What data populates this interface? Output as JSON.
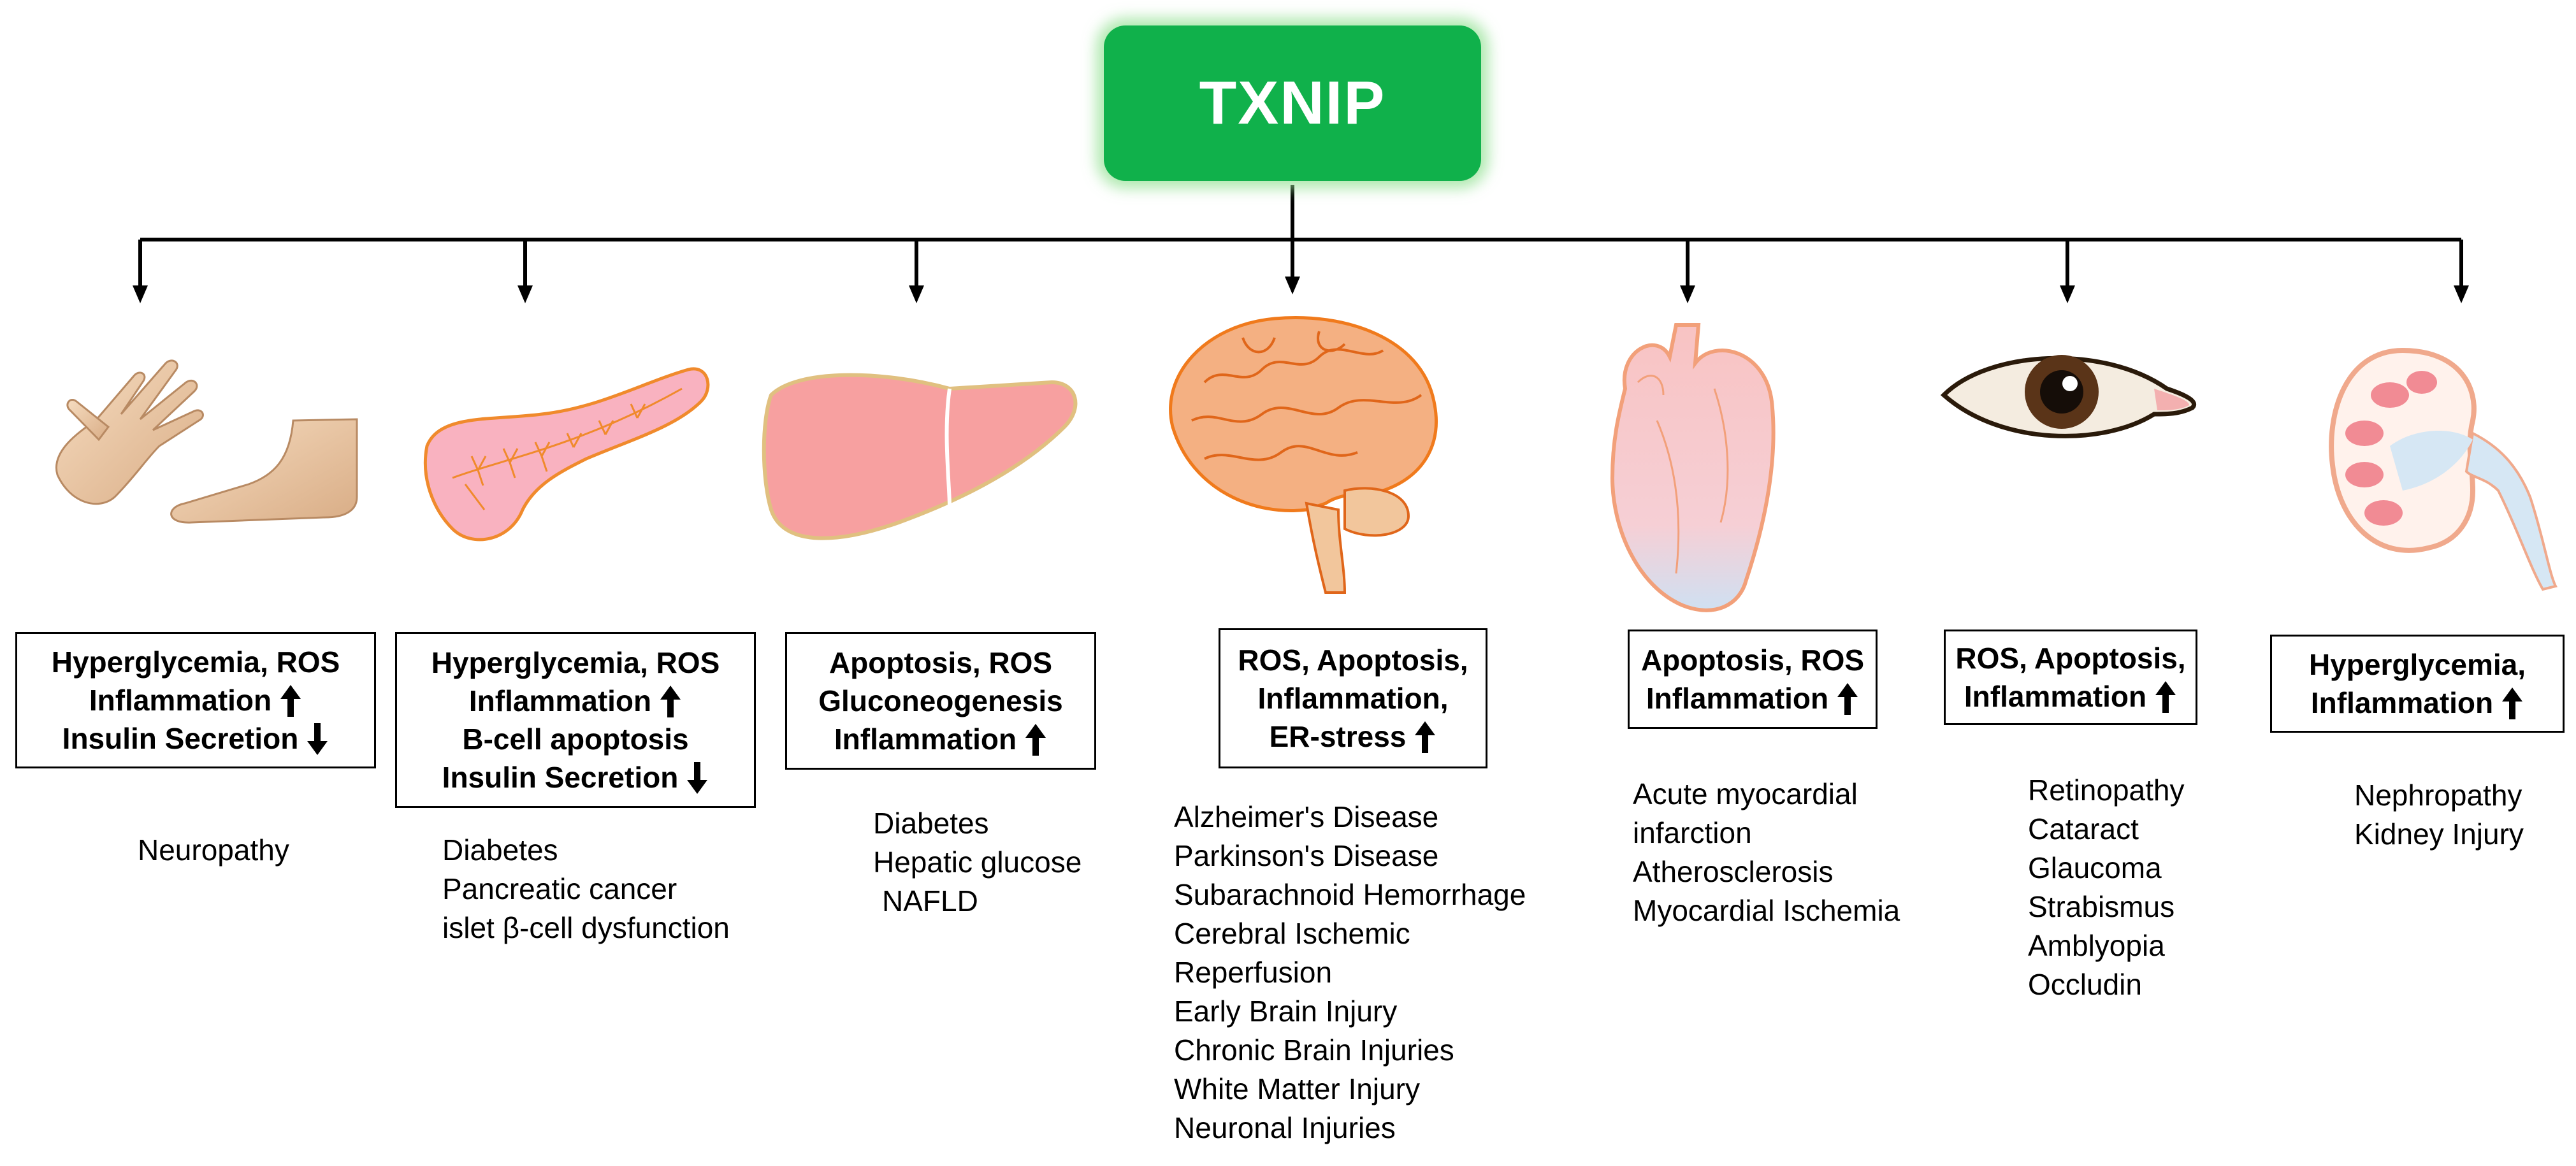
{
  "root": {
    "label": "TXNIP"
  },
  "colors": {
    "root_fill": "#10b14b",
    "root_glow": "#9be29b",
    "organ_outline": "#f08a2c",
    "organ_fill": "#f7a5a5"
  },
  "branches": [
    {
      "organ_icon": "hand-foot-icon",
      "effects": [
        {
          "text": "Hyperglycemia, ROS",
          "arrow": ""
        },
        {
          "text": "Inflammation",
          "arrow": "up"
        },
        {
          "text": "Insulin Secretion",
          "arrow": "down"
        }
      ],
      "diseases": [
        "Neuropathy"
      ]
    },
    {
      "organ_icon": "pancreas-icon",
      "effects": [
        {
          "text": "Hyperglycemia, ROS",
          "arrow": ""
        },
        {
          "text": "Inflammation",
          "arrow": "up"
        },
        {
          "text": "Β-cell apoptosis",
          "arrow": ""
        },
        {
          "text": "Insulin Secretion",
          "arrow": "down"
        }
      ],
      "diseases": [
        "Diabetes",
        "Pancreatic cancer",
        "islet β-cell dysfunction"
      ]
    },
    {
      "organ_icon": "liver-icon",
      "effects": [
        {
          "text": "Apoptosis, ROS",
          "arrow": ""
        },
        {
          "text": "Gluconeogenesis",
          "arrow": ""
        },
        {
          "text": "Inflammation",
          "arrow": "up"
        }
      ],
      "diseases": [
        "Diabetes",
        "Hepatic glucose",
        "NAFLD"
      ]
    },
    {
      "organ_icon": "brain-icon",
      "effects": [
        {
          "text": "ROS, Apoptosis,",
          "arrow": ""
        },
        {
          "text": "Inflammation,",
          "arrow": ""
        },
        {
          "text": "ER-stress",
          "arrow": "up"
        }
      ],
      "diseases": [
        "Alzheimer's Disease",
        "Parkinson's Disease",
        "Subarachnoid Hemorrhage",
        "Cerebral Ischemic",
        "Reperfusion",
        "Early Brain Injury",
        "Chronic Brain Injuries",
        "White Matter Injury",
        "Neuronal Injuries"
      ]
    },
    {
      "organ_icon": "heart-icon",
      "effects": [
        {
          "text": "Apoptosis, ROS",
          "arrow": ""
        },
        {
          "text": "Inflammation",
          "arrow": "up"
        }
      ],
      "diseases": [
        "Acute myocardial",
        "infarction",
        "Atherosclerosis",
        "Myocardial Ischemia"
      ]
    },
    {
      "organ_icon": "eye-icon",
      "effects": [
        {
          "text": "ROS, Apoptosis,",
          "arrow": ""
        },
        {
          "text": "Inflammation",
          "arrow": "up"
        }
      ],
      "diseases": [
        "Retinopathy",
        "Cataract",
        "Glaucoma",
        "Strabismus",
        "Amblyopia",
        "Occludin"
      ]
    },
    {
      "organ_icon": "kidney-icon",
      "effects": [
        {
          "text": "Hyperglycemia,",
          "arrow": ""
        },
        {
          "text": "Inflammation",
          "arrow": "up"
        }
      ],
      "diseases": [
        "Nephropathy",
        "Kidney Injury"
      ]
    }
  ]
}
